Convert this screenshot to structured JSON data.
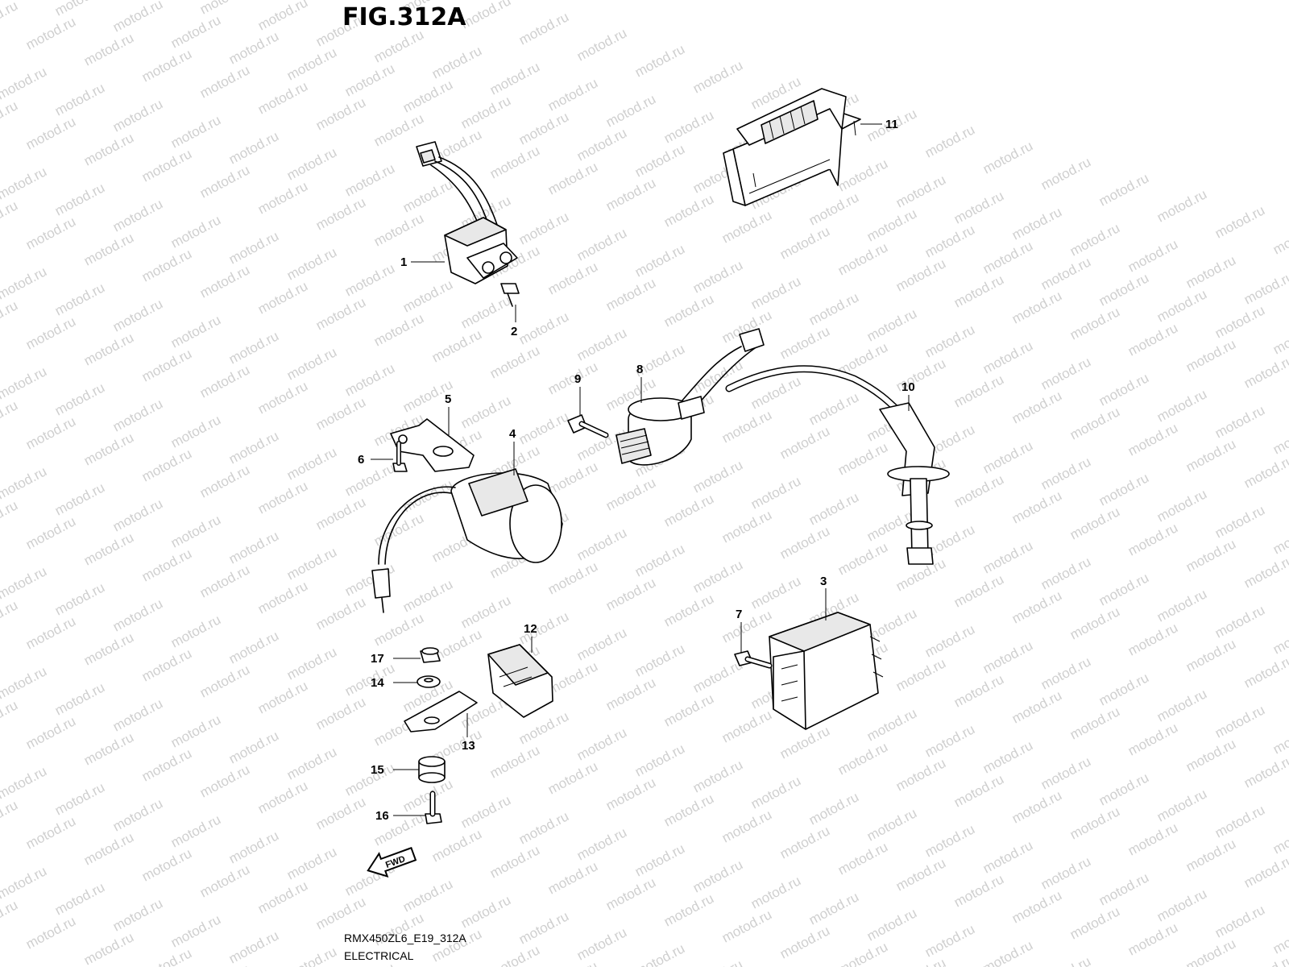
{
  "figure": {
    "title": "FIG.312A",
    "model_code": "RMX450ZL6_E19_312A",
    "section": "ELECTRICAL"
  },
  "watermark": "motod.ru",
  "fwd_label": "FWD",
  "callouts": [
    {
      "id": "1",
      "label": "1"
    },
    {
      "id": "2",
      "label": "2"
    },
    {
      "id": "3",
      "label": "3"
    },
    {
      "id": "4",
      "label": "4"
    },
    {
      "id": "5",
      "label": "5"
    },
    {
      "id": "6",
      "label": "6"
    },
    {
      "id": "7",
      "label": "7"
    },
    {
      "id": "8",
      "label": "8"
    },
    {
      "id": "9",
      "label": "9"
    },
    {
      "id": "10",
      "label": "10"
    },
    {
      "id": "11",
      "label": "11"
    },
    {
      "id": "12",
      "label": "12"
    },
    {
      "id": "13",
      "label": "13"
    },
    {
      "id": "14",
      "label": "14"
    },
    {
      "id": "15",
      "label": "15"
    },
    {
      "id": "16",
      "label": "16"
    },
    {
      "id": "17",
      "label": "17"
    }
  ]
}
